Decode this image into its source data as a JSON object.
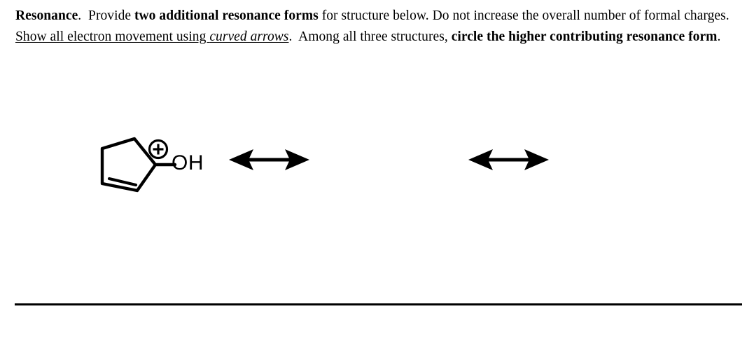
{
  "document": {
    "background_color": "#ffffff",
    "ink_color": "#000000"
  },
  "prompt": {
    "segment_1_bold": "Resonance",
    "segment_2": ".  Provide ",
    "segment_3_bold": "two additional resonance forms",
    "segment_4": " for structure below. Do not increase the overall number of formal charges. ",
    "segment_5_underline": "Show all electron movement using ",
    "segment_6_italic_underline": "curved arrows",
    "segment_7": ".  Among all three structures, ",
    "segment_8_bold": "circle the higher contributing resonance form",
    "segment_9": ".",
    "full_text": "Resonance.  Provide two additional resonance forms for structure below. Do not increase the overall number of formal charges. Show all electron movement using curved arrows.  Among all three structures, circle the higher contributing resonance form."
  },
  "scheme": {
    "structure_1": {
      "name": "hydroxycyclopentenyl-cation",
      "ring_size": 5,
      "substituent_label": "OH",
      "charge_symbol": "⊕",
      "charge_sign": "+",
      "double_bonds": 1
    },
    "arrow_1": {
      "name": "resonance-arrow",
      "glyph": "⟷",
      "direction": "double-headed"
    },
    "arrow_2": {
      "name": "resonance-arrow",
      "glyph": "⟷",
      "direction": "double-headed"
    },
    "answer_slot_1": "",
    "answer_slot_2": ""
  },
  "divider": {
    "label": ""
  }
}
